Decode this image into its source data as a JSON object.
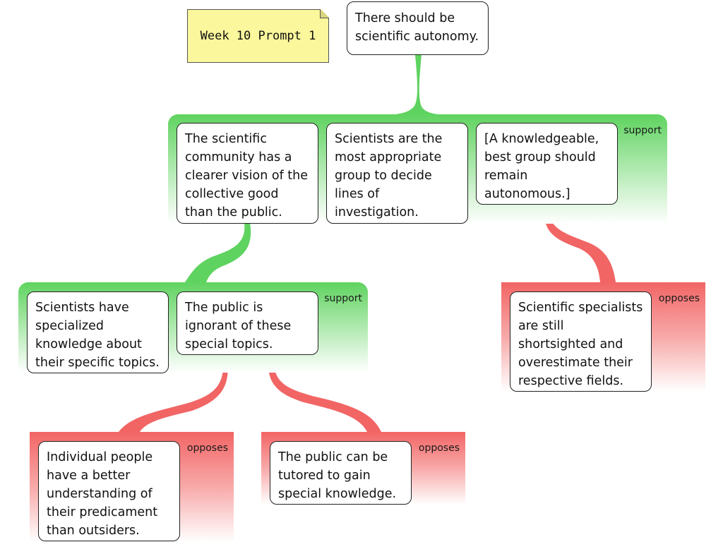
{
  "note": {
    "title": "Week 10 Prompt 1"
  },
  "root": {
    "text": "There should be scientific autonomy."
  },
  "groups": {
    "top_support": {
      "label": "support"
    },
    "left_support": {
      "label": "support"
    },
    "right_oppose": {
      "label": "opposes"
    },
    "bottom_left_oppose": {
      "label": "opposes"
    },
    "bottom_mid_oppose": {
      "label": "opposes"
    }
  },
  "claims": {
    "clearer_vision": "The scientific community has a clearer vision of the collective good than the public.",
    "most_appropriate": "Scientists are the most appropriate group to decide lines of investigation.",
    "knowledgeable_group": "[A knowledgeable, best group should remain autonomous.]",
    "specialized_knowledge": "Scientists have specialized knowledge about their specific topics.",
    "public_ignorant": "The public is ignorant of these special topics.",
    "shortsighted": "Scientific specialists are still shortsighted and overestimate their respective fields.",
    "individual_understanding": "Individual people have a better understanding of their predicament than outsiders.",
    "public_tutored": "The public can be tutored to gain special knowledge."
  },
  "colors": {
    "support": "#5fd35f",
    "oppose": "#f26565",
    "note": "#fbf79c"
  }
}
